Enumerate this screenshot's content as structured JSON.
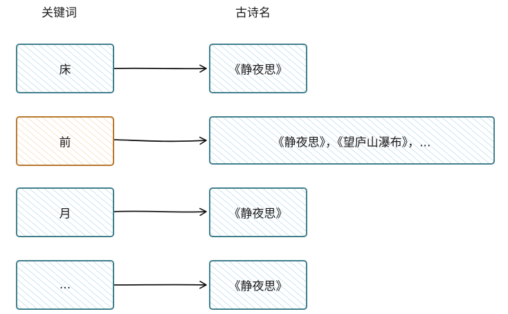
{
  "headers": {
    "keyword": "关键词",
    "poem": "古诗名"
  },
  "rows": [
    {
      "keyword": "床",
      "poems": "《静夜思》",
      "highlight": false
    },
    {
      "keyword": "前",
      "poems": "《静夜思》，《望庐山瀑布》，...",
      "highlight": true
    },
    {
      "keyword": "月",
      "poems": "《静夜思》",
      "highlight": false
    },
    {
      "keyword": "...",
      "poems": "《静夜思》",
      "highlight": false
    }
  ],
  "colors": {
    "normal_stroke": "#3f7f8c",
    "normal_hatch": "#a9d3e6",
    "highlight_stroke": "#b8772c",
    "highlight_hatch": "#f0d2a8",
    "arrow": "#111111"
  }
}
